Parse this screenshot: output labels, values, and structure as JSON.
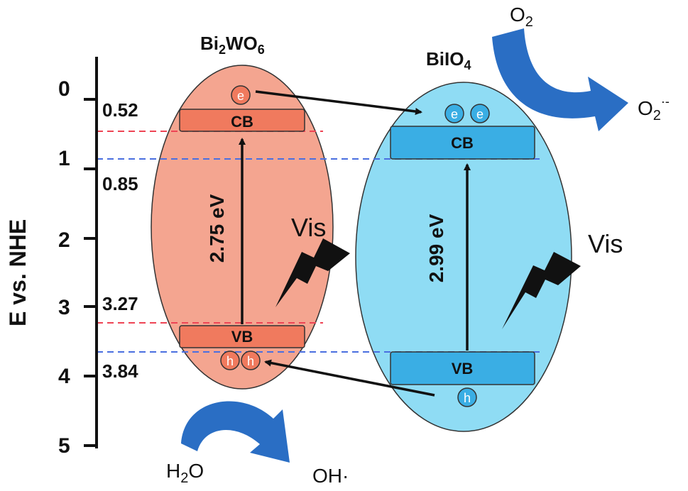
{
  "axis": {
    "label": "E vs. NHE",
    "ticks": [
      "0",
      "1",
      "2",
      "3",
      "4",
      "5"
    ]
  },
  "level_labels": [
    "0.52",
    "0.85",
    "3.27",
    "3.84"
  ],
  "left_semiconductor": {
    "name": "Bi",
    "sub1": "2",
    "name_mid": "WO",
    "sub2": "6",
    "cb_label": "CB",
    "vb_label": "VB",
    "gap_label": "2.75 eV",
    "electron": "e",
    "hole": "h",
    "color": "#f4a590",
    "band_color": "#f07a5e"
  },
  "right_semiconductor": {
    "name": "BiIO",
    "sub1": "4",
    "cb_label": "CB",
    "vb_label": "VB",
    "gap_label": "2.99 eV",
    "electron": "e",
    "hole": "h",
    "color": "#8fdcf4",
    "band_color": "#3aaee4"
  },
  "light": {
    "left": "Vis",
    "right": "Vis"
  },
  "reactions": {
    "o2": "O",
    "o2_sub": "2",
    "superoxide": "O",
    "superoxide_sub": "2",
    "superoxide_sup": "·-",
    "water_h": "H",
    "water_sub": "2",
    "water_o": "O",
    "hydroxyl": "OH·"
  },
  "colors": {
    "red_dash": "#ee4455",
    "blue_dash": "#4a6fe0",
    "curved_arrow": "#2a6ec4"
  }
}
